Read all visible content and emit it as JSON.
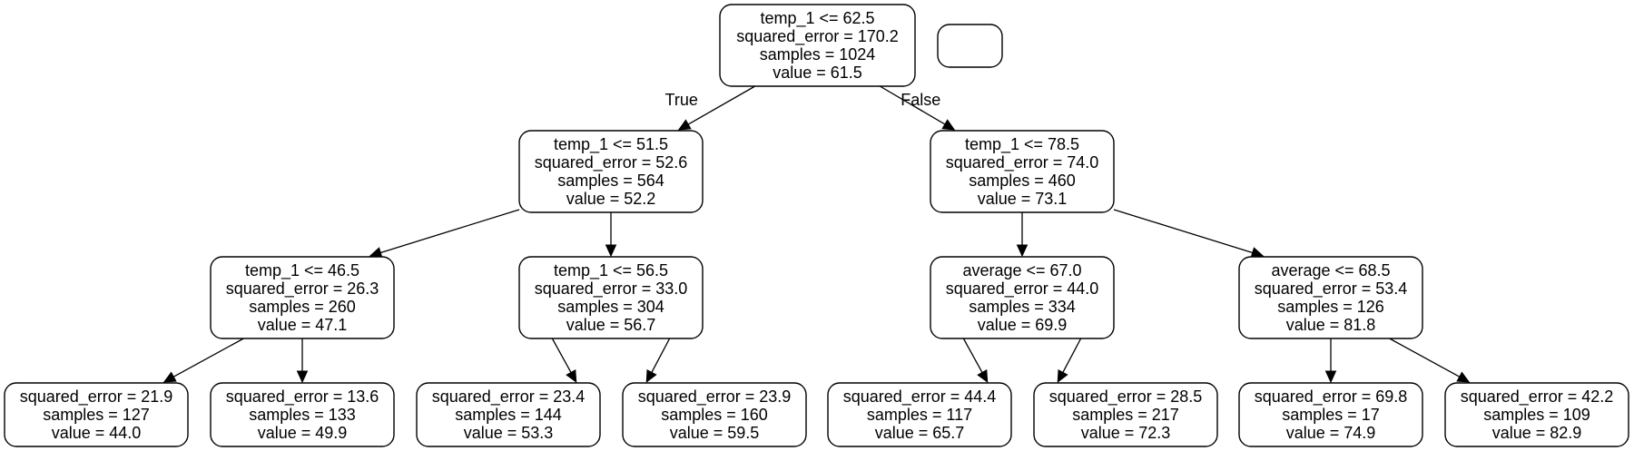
{
  "tree": {
    "nodes": [
      {
        "id": "n0",
        "lines": [
          "temp_1 <= 62.5",
          "squared_error = 170.2",
          "samples = 1024",
          "value = 61.5"
        ]
      },
      {
        "id": "n1",
        "lines": [
          "temp_1 <= 51.5",
          "squared_error = 52.6",
          "samples = 564",
          "value = 52.2"
        ]
      },
      {
        "id": "n2",
        "lines": [
          "temp_1 <= 78.5",
          "squared_error = 74.0",
          "samples = 460",
          "value = 73.1"
        ]
      },
      {
        "id": "n3",
        "lines": [
          "temp_1 <= 46.5",
          "squared_error = 26.3",
          "samples = 260",
          "value = 47.1"
        ]
      },
      {
        "id": "n4",
        "lines": [
          "temp_1 <= 56.5",
          "squared_error = 33.0",
          "samples = 304",
          "value = 56.7"
        ]
      },
      {
        "id": "n5",
        "lines": [
          "average <= 67.0",
          "squared_error = 44.0",
          "samples = 334",
          "value = 69.9"
        ]
      },
      {
        "id": "n6",
        "lines": [
          "average <= 68.5",
          "squared_error = 53.4",
          "samples = 126",
          "value = 81.8"
        ]
      },
      {
        "id": "n7",
        "lines": [
          "squared_error = 21.9",
          "samples = 127",
          "value = 44.0"
        ]
      },
      {
        "id": "n8",
        "lines": [
          "squared_error = 13.6",
          "samples = 133",
          "value = 49.9"
        ]
      },
      {
        "id": "n9",
        "lines": [
          "squared_error = 23.4",
          "samples = 144",
          "value = 53.3"
        ]
      },
      {
        "id": "n10",
        "lines": [
          "squared_error = 23.9",
          "samples = 160",
          "value = 59.5"
        ]
      },
      {
        "id": "n11",
        "lines": [
          "squared_error = 44.4",
          "samples = 117",
          "value = 65.7"
        ]
      },
      {
        "id": "n12",
        "lines": [
          "squared_error = 28.5",
          "samples = 217",
          "value = 72.3"
        ]
      },
      {
        "id": "n13",
        "lines": [
          "squared_error = 69.8",
          "samples = 17",
          "value = 74.9"
        ]
      },
      {
        "id": "n14",
        "lines": [
          "squared_error = 42.2",
          "samples = 109",
          "value = 82.9"
        ]
      }
    ],
    "edges": [
      {
        "from": "n0",
        "to": "n1",
        "label": "True"
      },
      {
        "from": "n0",
        "to": "n2",
        "label": "False"
      },
      {
        "from": "n1",
        "to": "n3",
        "label": ""
      },
      {
        "from": "n1",
        "to": "n4",
        "label": ""
      },
      {
        "from": "n2",
        "to": "n5",
        "label": ""
      },
      {
        "from": "n2",
        "to": "n6",
        "label": ""
      },
      {
        "from": "n3",
        "to": "n7",
        "label": ""
      },
      {
        "from": "n3",
        "to": "n8",
        "label": ""
      },
      {
        "from": "n4",
        "to": "n9",
        "label": ""
      },
      {
        "from": "n4",
        "to": "n10",
        "label": ""
      },
      {
        "from": "n5",
        "to": "n11",
        "label": ""
      },
      {
        "from": "n5",
        "to": "n12",
        "label": ""
      },
      {
        "from": "n6",
        "to": "n13",
        "label": ""
      },
      {
        "from": "n6",
        "to": "n14",
        "label": ""
      }
    ]
  }
}
